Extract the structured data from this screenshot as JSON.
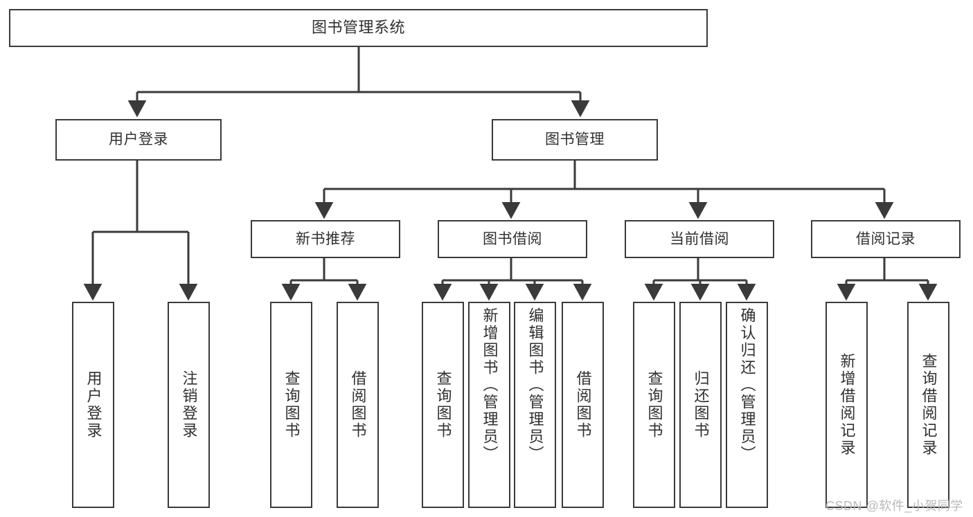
{
  "diagram": {
    "title_node": {
      "label": "图书管理系统"
    },
    "level1": [
      {
        "label": "用户登录"
      },
      {
        "label": "图书管理"
      }
    ],
    "level2": [
      {
        "label": "新书推荐"
      },
      {
        "label": "图书借阅"
      },
      {
        "label": "当前借阅"
      },
      {
        "label": "借阅记录"
      }
    ],
    "leaves": {
      "user_login": [
        {
          "label": "用户登录"
        },
        {
          "label": "注销登录"
        }
      ],
      "new_book_recommend": [
        {
          "label": "查询图书"
        },
        {
          "label": "借阅图书"
        }
      ],
      "book_borrow": [
        {
          "label": "查询图书"
        },
        {
          "label": "新增图书（管理员）"
        },
        {
          "label": "编辑图书（管理员）"
        },
        {
          "label": "借阅图书"
        }
      ],
      "current_borrow": [
        {
          "label": "查询图书"
        },
        {
          "label": "归还图书"
        },
        {
          "label": "确认归还（管理员）"
        }
      ],
      "borrow_record": [
        {
          "label": "新增借阅记录"
        },
        {
          "label": "查询借阅记录"
        }
      ]
    }
  },
  "watermark": {
    "text": "CSDN @软件_小贺同学"
  },
  "colors": {
    "stroke": "#3a3a3a",
    "text": "#303030",
    "background": "#ffffff",
    "watermark": "#b9b9b9"
  }
}
